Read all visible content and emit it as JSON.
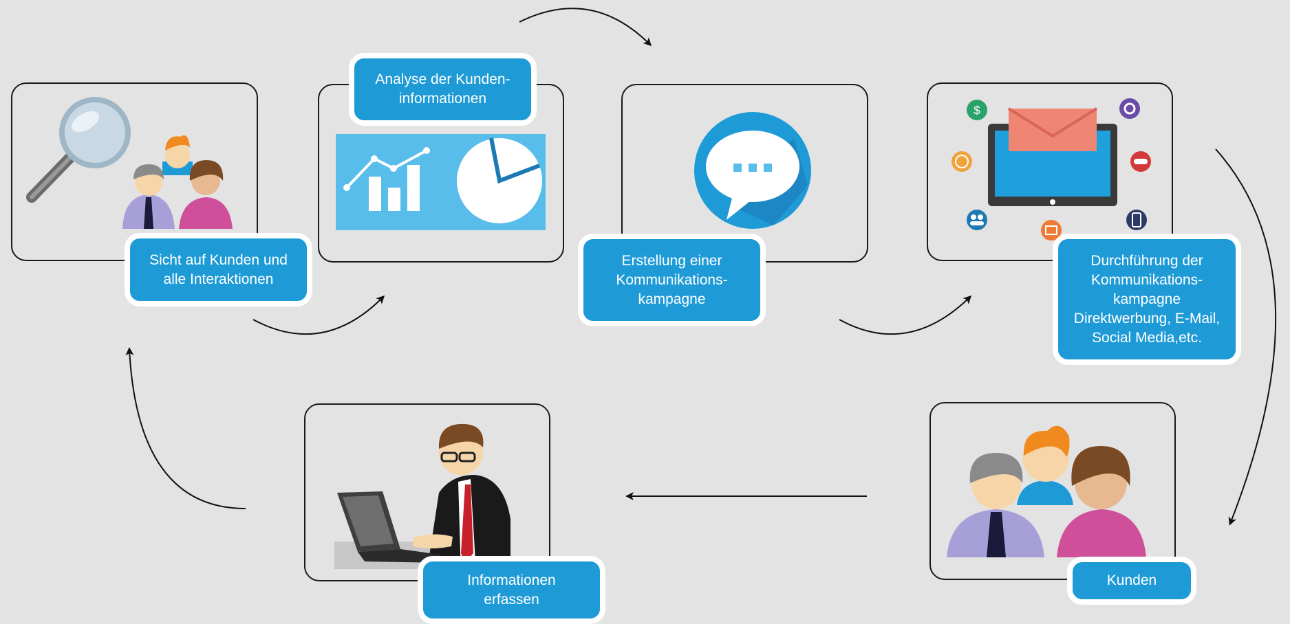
{
  "diagram": {
    "steps": [
      {
        "id": "view",
        "label": "Sicht auf Kunden und\nalle Interaktionen"
      },
      {
        "id": "analyze",
        "label": "Analyse der Kunden-\ninformationen"
      },
      {
        "id": "create",
        "label": "Erstellung einer\nKommunikations-\nkampagne"
      },
      {
        "id": "execute",
        "label": "Durchführung der\nKommunikations-\nkampagne\nDirektwerbung, E-Mail,\nSocial Media,etc."
      },
      {
        "id": "customers",
        "label": "Kunden"
      },
      {
        "id": "collect",
        "label": "Informationen\nerfassen"
      }
    ]
  },
  "colors": {
    "background": "#e3e3e3",
    "label_fill": "#1e9bd7",
    "label_border": "#ffffff",
    "arrow": "#111111"
  },
  "icons": [
    "magnifier-icon",
    "people-icon",
    "line-chart-icon",
    "pie-chart-icon",
    "speech-bubble-icon",
    "tablet-icon",
    "envelope-icon",
    "dollar-icon",
    "gear-icon",
    "chat-icon",
    "group-icon",
    "mail-icon",
    "phone-icon",
    "businessman-icon",
    "laptop-icon"
  ]
}
